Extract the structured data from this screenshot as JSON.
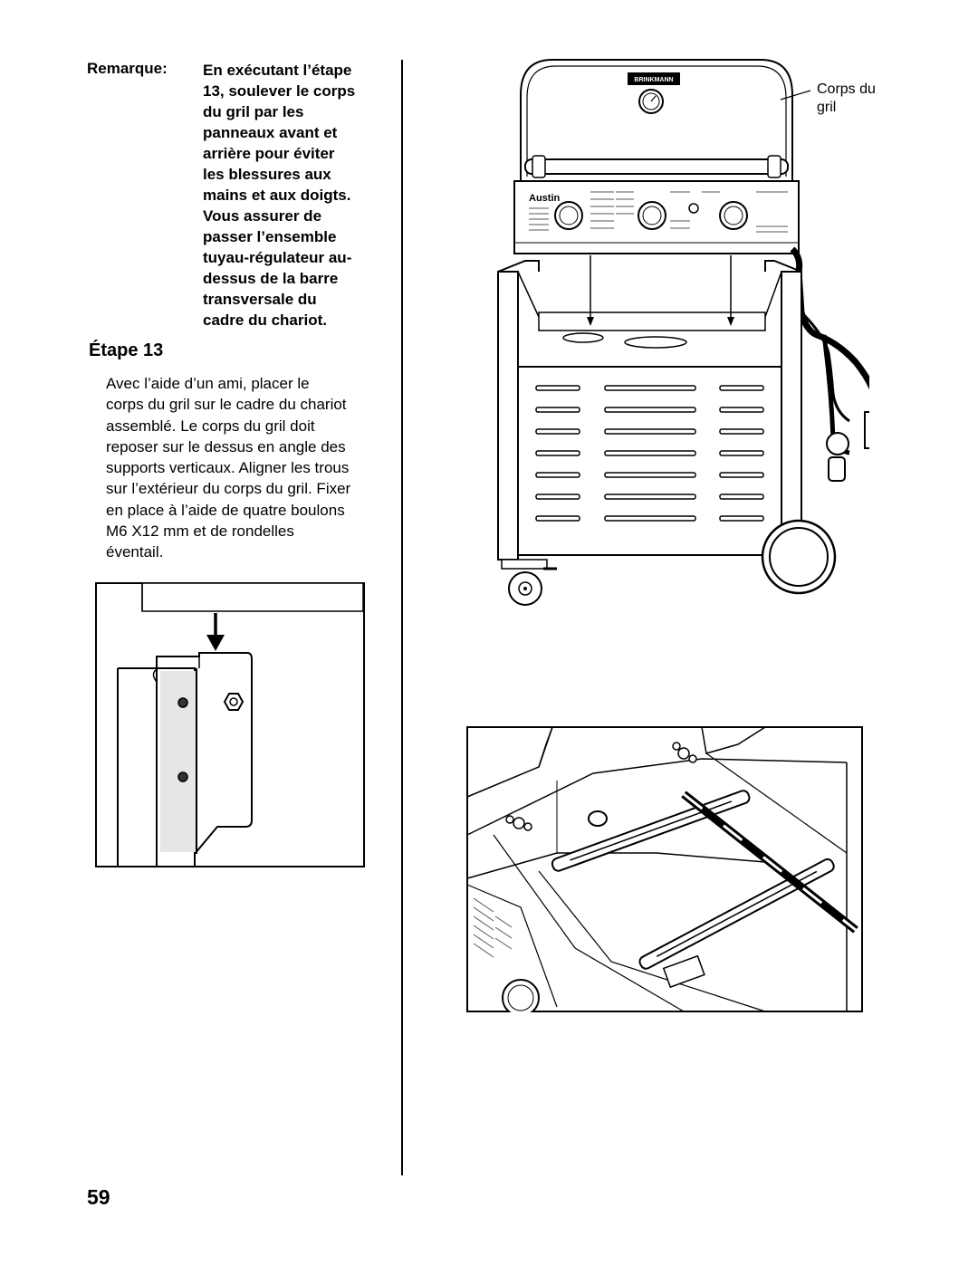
{
  "note": {
    "label": "Remarque:",
    "text": "En exécutant l’étape 13, soulever le corps du gril par les panneaux avant et arrière pour éviter les blessures aux mains et aux doigts. Vous assurer de passer l’ensemble tuyau-régulateur au-dessus de la barre transversale du cadre du chariot.",
    "lines": [
      "En exécutant l’étape",
      "13, soulever le corps",
      "du gril par les",
      "panneaux avant et",
      "arrière pour éviter",
      "les blessures aux",
      "mains et aux doigts.",
      "Vous assurer de",
      "passer l’ensemble",
      "tuyau-régulateur au-",
      "dessus de la barre",
      "transversale du",
      "cadre du chariot."
    ]
  },
  "step": {
    "title": "Étape 13",
    "lines": [
      "Avec l’aide d’un ami, placer le",
      "corps du gril sur le cadre du chariot",
      "assemblé. Le corps du gril doit",
      "reposer sur le dessus en angle des",
      "supports verticaux. Aligner les trous",
      "sur l’extérieur du corps du gril. Fixer",
      "en place à l’aide de quatre boulons",
      "M6 X12 mm et de rondelles",
      "éventail."
    ]
  },
  "figure_labels": {
    "corps_line1": "Corps du",
    "corps_line2": "gril",
    "brand": "BRINKMANN",
    "model": "Austin"
  },
  "page_number": "59"
}
